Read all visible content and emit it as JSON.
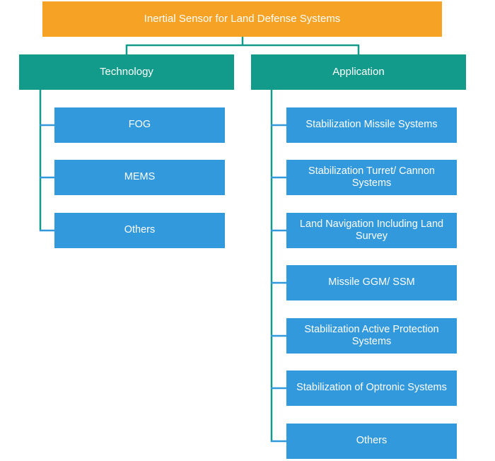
{
  "root": {
    "label": "Inertial Sensor for Land Defense Systems"
  },
  "categories": [
    {
      "label": "Technology",
      "items": [
        "FOG",
        "MEMS",
        "Others"
      ]
    },
    {
      "label": "Application",
      "items": [
        "Stabilization Missile Systems",
        "Stabilization Turret/ Cannon Systems",
        "Land Navigation Including Land Survey",
        "Missile GGM/ SSM",
        "Stabilization Active Protection Systems",
        "Stabilization of Optronic Systems",
        "Others"
      ]
    }
  ],
  "colors": {
    "root": "#f5a225",
    "category": "#129b8a",
    "item": "#3399dd",
    "connector": "#129b8a"
  }
}
